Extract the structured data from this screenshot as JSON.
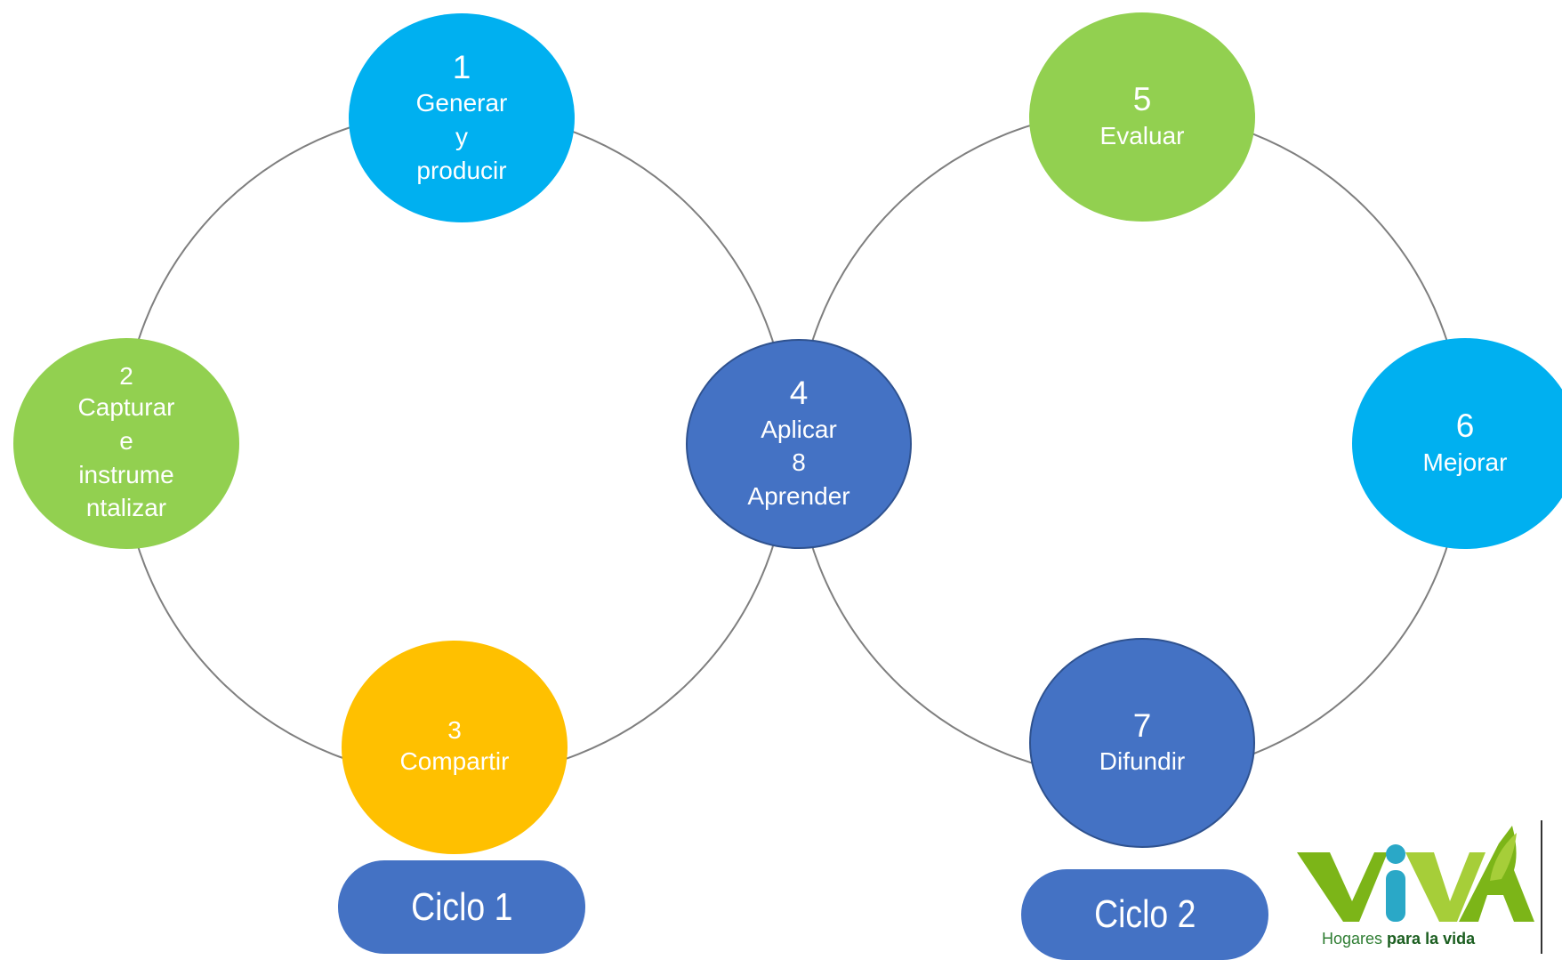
{
  "diagram": {
    "nodes": [
      {
        "id": "n1",
        "number": "1",
        "label_lines": [
          "Generar",
          "y",
          "producir"
        ],
        "color": "#00B0F0"
      },
      {
        "id": "n2",
        "number": "2",
        "label_lines": [
          "Capturar",
          "e",
          "instrume",
          "ntalizar"
        ],
        "color": "#92D050"
      },
      {
        "id": "n3",
        "number": "3",
        "label_lines": [
          "Compartir"
        ],
        "color": "#FFC000"
      },
      {
        "id": "n4",
        "number": "4",
        "label_lines": [
          "Aplicar",
          "8",
          "Aprender"
        ],
        "color": "#4472C4"
      },
      {
        "id": "n5",
        "number": "5",
        "label_lines": [
          "Evaluar"
        ],
        "color": "#92D050"
      },
      {
        "id": "n6",
        "number": "6",
        "label_lines": [
          "Mejorar"
        ],
        "color": "#00B0F0"
      },
      {
        "id": "n7",
        "number": "7",
        "label_lines": [
          "Difundir"
        ],
        "color": "#4472C4"
      }
    ],
    "cycles": [
      {
        "id": "cycle1",
        "label": "Ciclo 1",
        "color": "#4472C4"
      },
      {
        "id": "cycle2",
        "label": "Ciclo 2",
        "color": "#4472C4"
      }
    ],
    "ring_color": "#7F7F7F"
  },
  "logo": {
    "wordmark": "VIVA",
    "tagline_prefix": "Hogares ",
    "tagline_bold": "para la vida",
    "colors": {
      "green_dark": "#7CB518",
      "green_light": "#A6CE39",
      "teal": "#2AA8C7",
      "text": "#2E7D32"
    }
  }
}
